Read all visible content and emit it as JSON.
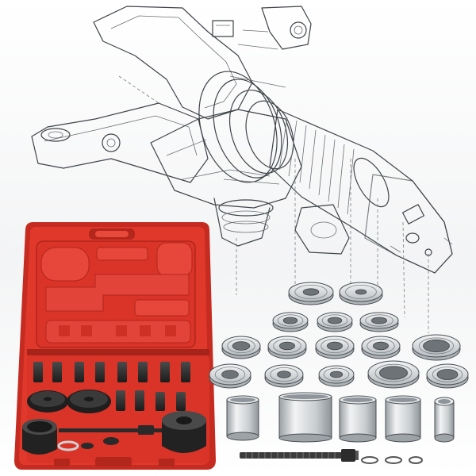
{
  "colors": {
    "background": "#ffffff",
    "line_art": "#3f4448",
    "case_red": "#e0392b",
    "case_dark_red": "#b3261c",
    "part_black": "#2a2a2a",
    "part_silver": "#d9dcdf"
  },
  "scene": {
    "illustration": "steering-knuckle-hub-line-drawing",
    "case": "red-tool-case-open",
    "parts": "exploded-view-cups-discs-sleeves-threaded-rod"
  },
  "icons": {
    "knuckle": "steering-knuckle-icon",
    "axle": "hub-axle-icon",
    "case": "tool-case-icon",
    "rod": "threaded-rod-icon"
  }
}
